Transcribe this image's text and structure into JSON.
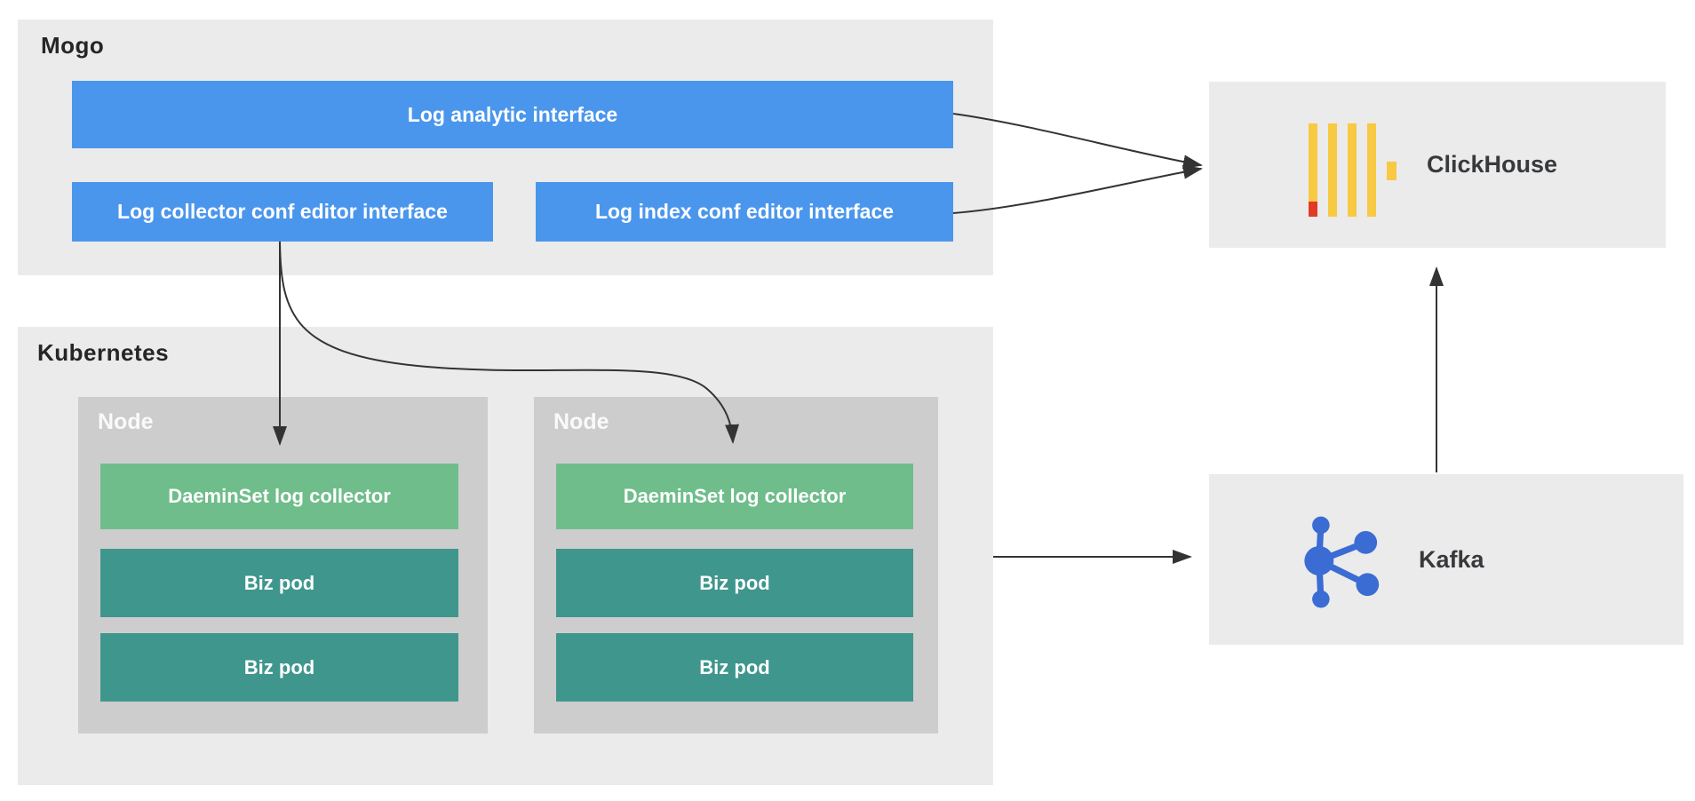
{
  "mogo": {
    "title": "Mogo",
    "analytic_box": "Log analytic interface",
    "collector_box": "Log collector conf editor interface",
    "index_box": "Log index conf editor interface"
  },
  "kubernetes": {
    "title": "Kubernetes",
    "nodes": [
      {
        "title": "Node",
        "daemonset": "DaeminSet log collector",
        "pods": [
          "Biz pod",
          "Biz pod"
        ]
      },
      {
        "title": "Node",
        "daemonset": "DaeminSet log collector",
        "pods": [
          "Biz pod",
          "Biz pod"
        ]
      }
    ]
  },
  "clickhouse": {
    "label": "ClickHouse",
    "icon": "clickhouse-bars-logo"
  },
  "kafka": {
    "label": "Kafka",
    "icon": "kafka-nodes-logo"
  },
  "colors": {
    "container_bg": "#EBEBEB",
    "node_bg": "#CDCDCD",
    "interface_blue": "#4B96ED",
    "daemonset_green": "#6FBD8B",
    "pod_teal": "#3F968D",
    "arrow": "#333333",
    "clickhouse_yellow": "#F8C942",
    "clickhouse_red": "#E23A27",
    "kafka_blue": "#3B6CD4",
    "title_text": "#262626",
    "card_label_text": "#37393C",
    "box_text": "#FFFFFF"
  }
}
